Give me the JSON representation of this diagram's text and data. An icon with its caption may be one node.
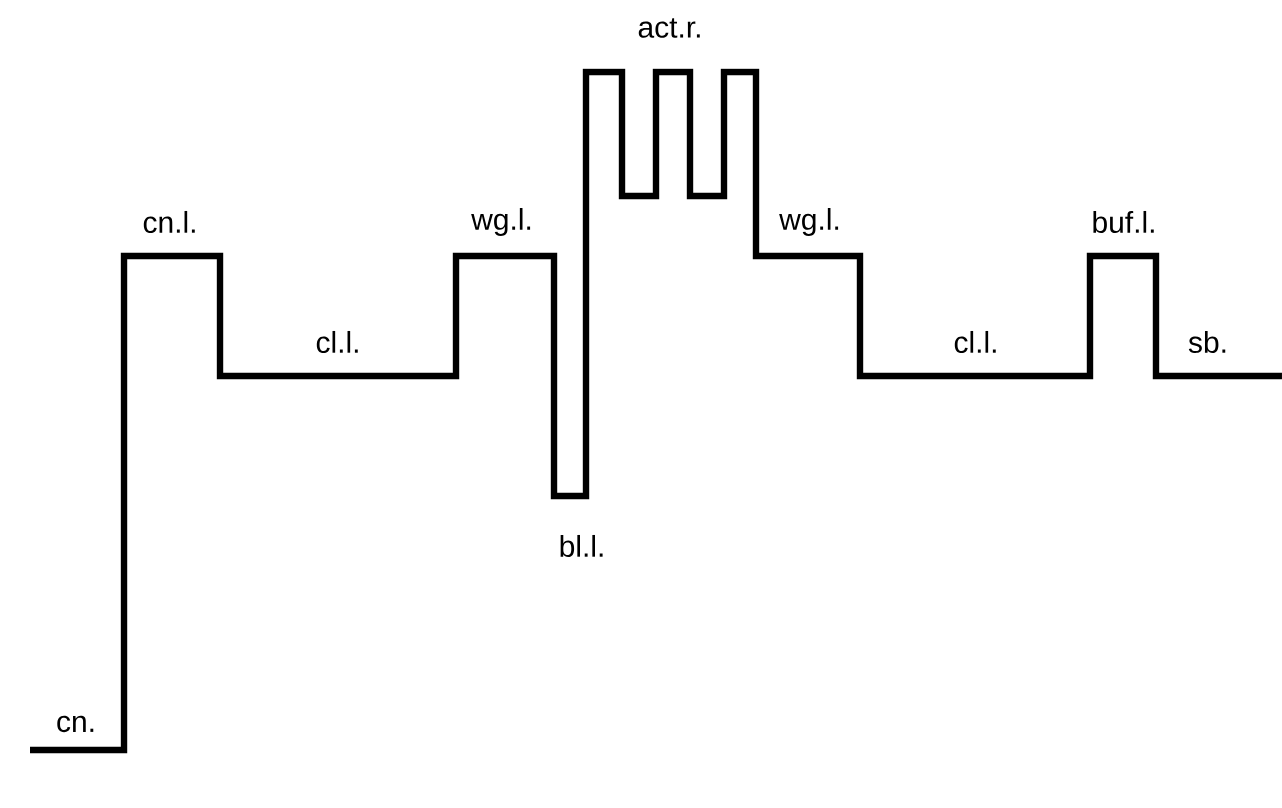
{
  "diagram": {
    "labels": [
      "cn.",
      "cn.l.",
      "cl.l.",
      "wg.l.",
      "bl.l.",
      "act.r.",
      "wg.l.",
      "cl.l.",
      "buf.l.",
      "sb."
    ]
  }
}
